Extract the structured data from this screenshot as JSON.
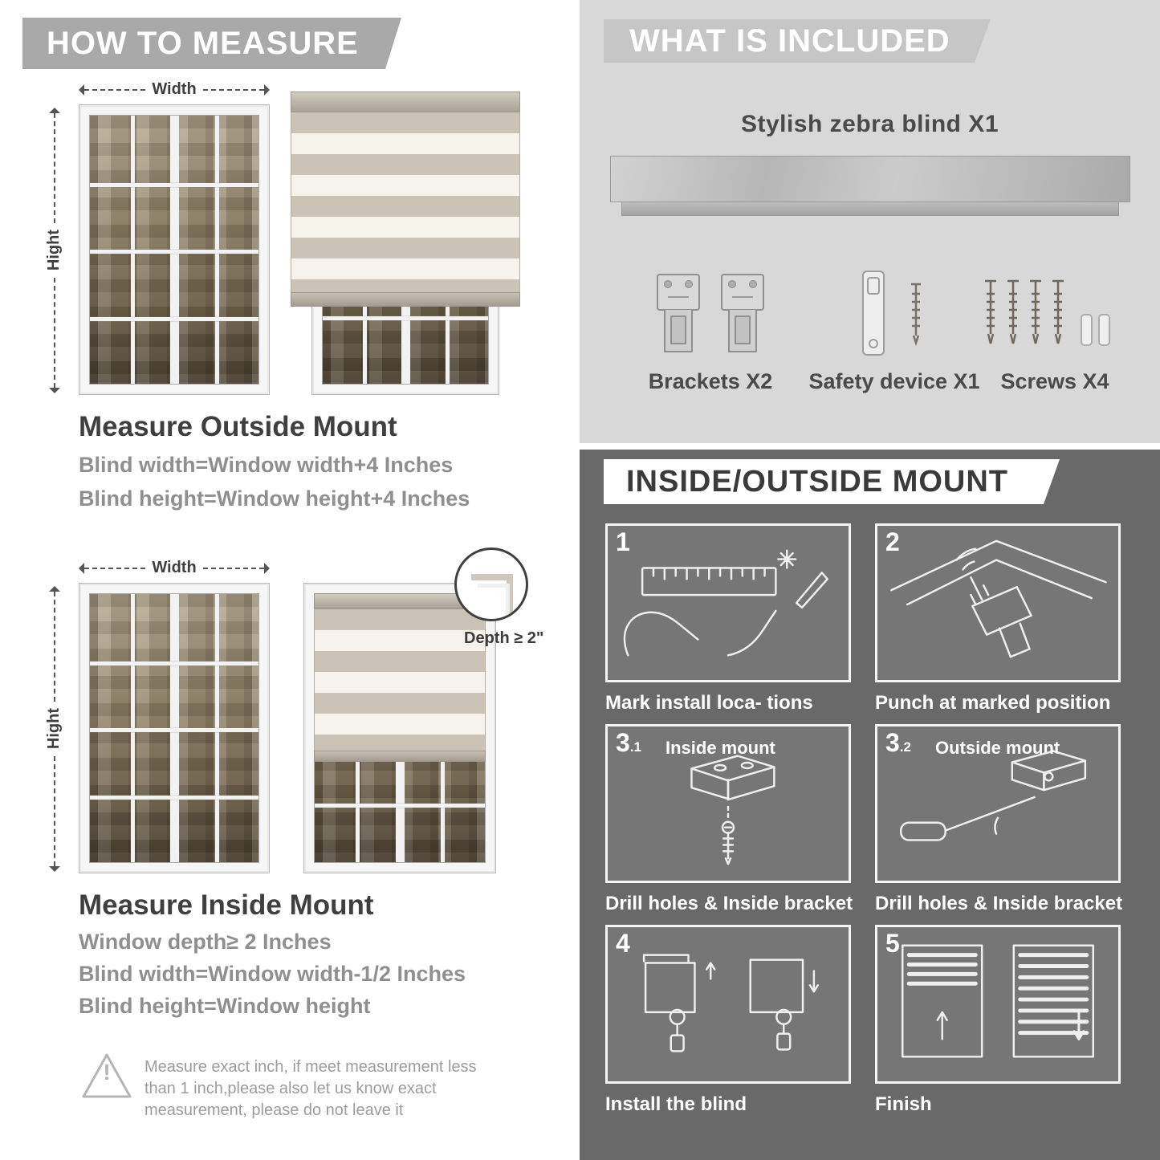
{
  "colors": {
    "banner_gray": "#a9a9a9",
    "panel_light": "#d8d8d8",
    "panel_dark": "#696969",
    "text_dark": "#3f3f3f",
    "text_gray": "#8f8f8f",
    "stripe_tan": "#cbc4b6",
    "stripe_cream": "#f6f3ec"
  },
  "left": {
    "header": "HOW TO MEASURE",
    "outside": {
      "width_label": "Width",
      "height_label": "Hight",
      "title": "Measure Outside Mount",
      "line1": "Blind width=Window width+4 Inches",
      "line2": "Blind height=Window height+4 Inches"
    },
    "inside": {
      "width_label": "Width",
      "height_label": "Hight",
      "depth_callout": "Depth ≥ 2\"",
      "title": "Measure Inside Mount",
      "line1": "Window depth≥ 2 Inches",
      "line2": "Blind width=Window width-1/2 Inches",
      "line3": "Blind height=Window height"
    },
    "warning": {
      "icon": "!",
      "line1": "Measure exact inch, if meet measurement less",
      "line2": "than 1 inch,please also let us know exact",
      "line3": "measurement, please do not leave it"
    }
  },
  "included": {
    "header": "WHAT IS INCLUDED",
    "product": "Stylish zebra blind X1",
    "items": [
      {
        "label": "Brackets X2"
      },
      {
        "label": "Safety device X1"
      },
      {
        "label": "Screws X4"
      }
    ]
  },
  "mount": {
    "header": "INSIDE/OUTSIDE MOUNT",
    "steps": [
      {
        "num": "1",
        "sub": "",
        "label": "",
        "caption": "Mark install loca- tions"
      },
      {
        "num": "2",
        "sub": "",
        "label": "",
        "caption": "Punch at  marked position"
      },
      {
        "num": "3",
        "sub": ".1",
        "label": "Inside mount",
        "caption": "Drill holes &  Inside bracket"
      },
      {
        "num": "3",
        "sub": ".2",
        "label": "Outside mount",
        "caption": "Drill holes &  Inside bracket"
      },
      {
        "num": "4",
        "sub": "",
        "label": "",
        "caption": "Install the blind"
      },
      {
        "num": "5",
        "sub": "",
        "label": "",
        "caption": "Finish"
      }
    ]
  }
}
